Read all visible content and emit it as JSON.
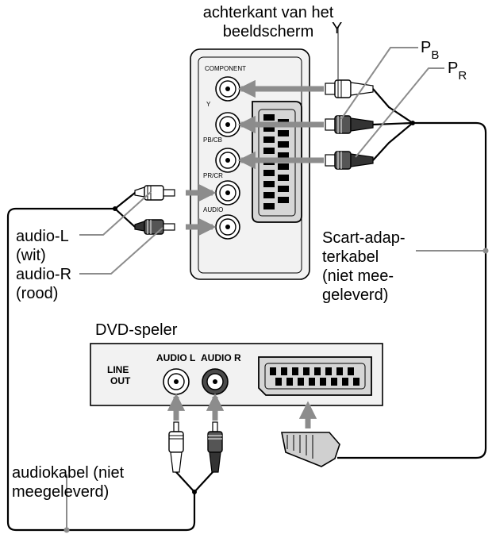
{
  "labels": {
    "back_line1": "achterkant van het",
    "back_line2": "beeldscherm",
    "y": "Y",
    "pb_main": "P",
    "pb_sub": "B",
    "pr_main": "P",
    "pr_sub": "R",
    "audio_l_1": "audio-L",
    "audio_l_2": "(wit)",
    "audio_r_1": "audio-R",
    "audio_r_2": "(rood)",
    "scart_1": "Scart-adap-",
    "scart_2": "terkabel",
    "scart_3": "(niet mee-",
    "scart_4": "geleverd)",
    "dvd_player": "DVD-speler",
    "audiokabel_1": "audiokabel (niet",
    "audiokabel_2": "meegeleverd)"
  },
  "tv_panel": {
    "component": "COMPONENT",
    "y": "Y",
    "pb_cb": "PB/CB",
    "pr_cr": "PR/CR",
    "audio": "AUDIO"
  },
  "dvd_panel": {
    "line": "LINE",
    "out": "OUT",
    "audio_l": "AUDIO L",
    "audio_r": "AUDIO R"
  },
  "colors": {
    "line": "#000000",
    "arrow": "#8c8c8c",
    "panel_fill": "#f2f2f2",
    "jack_dark": "#4a4a4a"
  }
}
